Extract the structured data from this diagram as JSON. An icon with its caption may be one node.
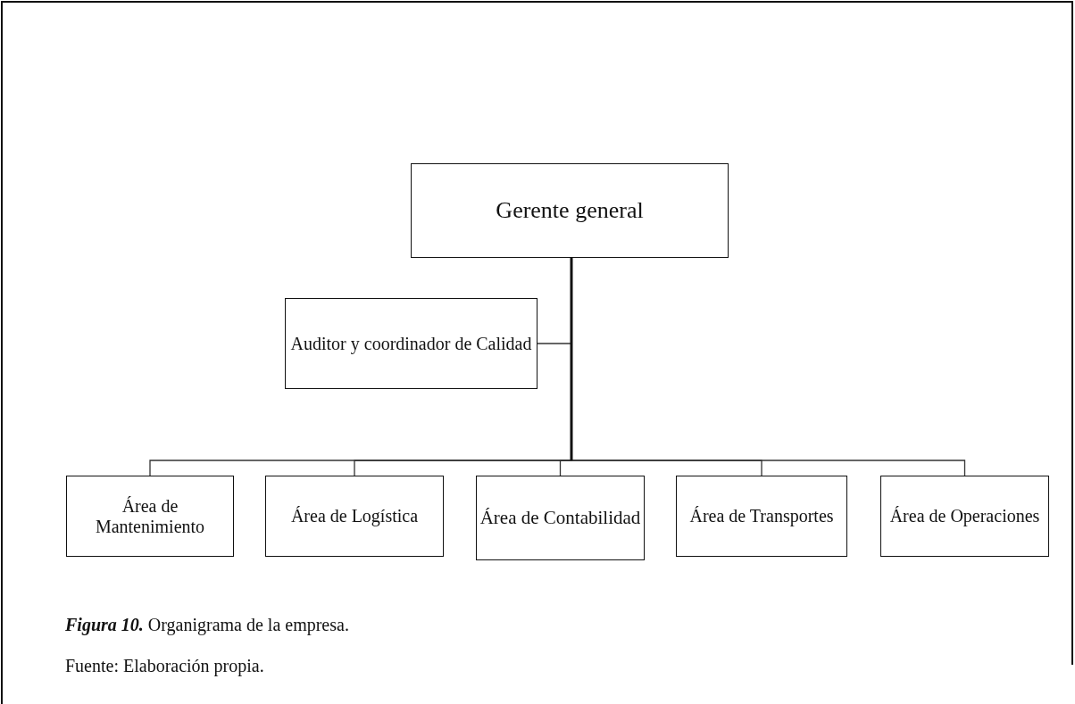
{
  "diagram": {
    "caption": "**Figura 10.** Organigrama de la empresa.",
    "nodes": [
      {
        "text": [
          "Gerente general"
        ]
      },
      {
        "text": [
          "Auditor y coordinador de Calidad"
        ]
      },
      {
        "text": [
          "Área de Mantenimiento"
        ]
      },
      {
        "text": [
          "Área de Logística"
        ]
      },
      {
        "text": [
          "Área de Contabilidad"
        ]
      },
      {
        "text": [
          "Área de Transportes"
        ]
      },
      {
        "text": [
          "Área de Operaciones"
        ]
      }
    ],
    "edges": [
      {
        "from": 0,
        "to": 1,
        "arrow": "none"
      },
      {
        "from": 0,
        "to": 2,
        "arrow": "none"
      },
      {
        "from": 0,
        "to": 3,
        "arrow": "none"
      },
      {
        "from": 0,
        "to": 4,
        "arrow": "none"
      },
      {
        "from": 0,
        "to": 5,
        "arrow": "none"
      },
      {
        "from": 0,
        "to": 6,
        "arrow": "none"
      }
    ],
    "labels": [
      "Fuente: Elaboración propia."
    ]
  }
}
